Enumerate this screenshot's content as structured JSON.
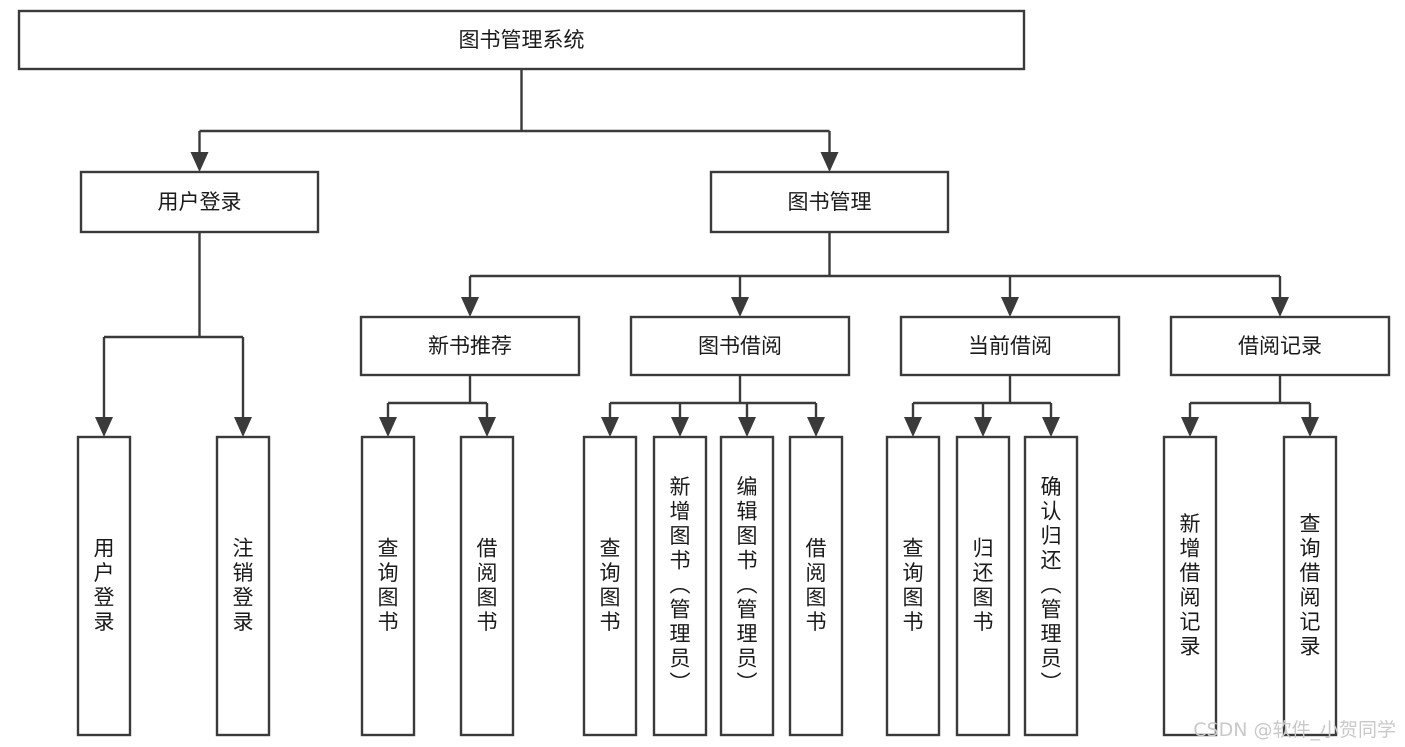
{
  "diagram": {
    "kind": "tree-structure-chart",
    "background_color": "#ffffff",
    "line_color": "#3a3a3a",
    "text_color": "#1a1a1a",
    "root": {
      "id": "root",
      "label": "图书管理系统"
    },
    "level2": [
      {
        "id": "user-login",
        "label": "用户登录"
      },
      {
        "id": "book-manage",
        "label": "图书管理"
      }
    ],
    "level3": [
      {
        "id": "new-book-recommend",
        "label": "新书推荐"
      },
      {
        "id": "book-borrow",
        "label": "图书借阅"
      },
      {
        "id": "current-borrow",
        "label": "当前借阅"
      },
      {
        "id": "borrow-record",
        "label": "借阅记录"
      }
    ],
    "leaves": {
      "user-login": [
        {
          "id": "leaf-user-login",
          "label": "用户登录"
        },
        {
          "id": "leaf-logout-login",
          "label": "注销登录"
        }
      ],
      "new-book-recommend": [
        {
          "id": "leaf-query-book-1",
          "label": "查询图书"
        },
        {
          "id": "leaf-borrow-book-1",
          "label": "借阅图书"
        }
      ],
      "book-borrow": [
        {
          "id": "leaf-query-book-2",
          "label": "查询图书"
        },
        {
          "id": "leaf-add-book",
          "label": "新增图书（管理员）"
        },
        {
          "id": "leaf-edit-book",
          "label": "编辑图书（管理员）"
        },
        {
          "id": "leaf-borrow-book-2",
          "label": "借阅图书"
        }
      ],
      "current-borrow": [
        {
          "id": "leaf-query-book-3",
          "label": "查询图书"
        },
        {
          "id": "leaf-return-book",
          "label": "归还图书"
        },
        {
          "id": "leaf-confirm-return",
          "label": "确认归还（管理员）"
        }
      ],
      "borrow-record": [
        {
          "id": "leaf-add-record",
          "label": "新增借阅记录"
        },
        {
          "id": "leaf-query-record",
          "label": "查询借阅记录"
        }
      ]
    }
  },
  "watermark": {
    "text": "CSDN @软件_小贺同学",
    "color": "#c9c9c9"
  }
}
